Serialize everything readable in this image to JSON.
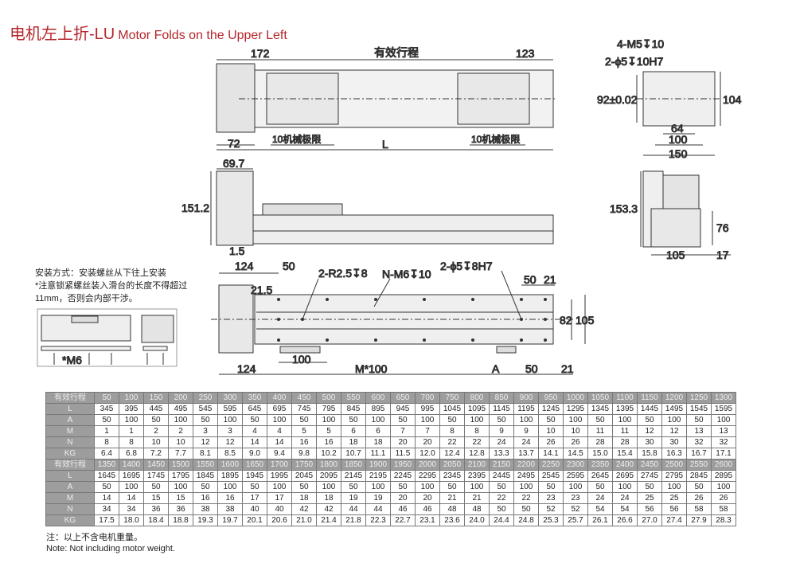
{
  "title": {
    "cn": "电机左上折-LU",
    "en": "Motor Folds on the Upper Left"
  },
  "top_view": {
    "d172": "172",
    "stroke_label": "有效行程",
    "d123": "123",
    "d72": "72",
    "limit_left": "10机械极限",
    "limit_right": "10机械极限",
    "L": "L"
  },
  "end_view": {
    "holes1": "4-M5↧10",
    "holes2": "2-ϕ5↧10H7",
    "d92": "92±0.02",
    "d104": "104",
    "d64": "64",
    "d100": "100",
    "d150": "150"
  },
  "side_view": {
    "d69_7": "69.7",
    "d151_2": "151.2",
    "d1_5": "1.5"
  },
  "right_view": {
    "d153_3": "153.3",
    "d76": "76",
    "d105": "105",
    "d17": "17"
  },
  "bottom_view": {
    "d124a": "124",
    "d50a": "50",
    "r_holes": "2-R2.5↧8",
    "n_holes": "N-M6↧10",
    "pin_holes": "2-ϕ5↧8H7",
    "d50b": "50",
    "d21a": "21",
    "d21_5": "21.5",
    "d82": "82",
    "d105": "105",
    "d100": "100",
    "d124b": "124",
    "M100": "M*100",
    "A": "A",
    "d50c": "50",
    "d21b": "21"
  },
  "install_note": {
    "line1": "安装方式：安装螺丝从下往上安装",
    "line2": "*注意锁紧螺丝装入滑台的长度不得超过11mm，否则会内部干涉。",
    "screw": "*M6"
  },
  "table": {
    "header_label": "有效行程",
    "row_labels": [
      "L",
      "A",
      "M",
      "N",
      "KG"
    ],
    "blocks": [
      {
        "strokes": [
          "50",
          "100",
          "150",
          "200",
          "250",
          "300",
          "350",
          "400",
          "450",
          "500",
          "550",
          "600",
          "650",
          "700",
          "750",
          "800",
          "850",
          "900",
          "950",
          "1000",
          "1050",
          "1100",
          "1150",
          "1200",
          "1250",
          "1300"
        ],
        "rows": [
          [
            "345",
            "395",
            "445",
            "495",
            "545",
            "595",
            "645",
            "695",
            "745",
            "795",
            "845",
            "895",
            "945",
            "995",
            "1045",
            "1095",
            "1145",
            "1195",
            "1245",
            "1295",
            "1345",
            "1395",
            "1445",
            "1495",
            "1545",
            "1595"
          ],
          [
            "50",
            "100",
            "50",
            "100",
            "50",
            "100",
            "50",
            "100",
            "50",
            "100",
            "50",
            "100",
            "50",
            "100",
            "50",
            "100",
            "50",
            "100",
            "50",
            "100",
            "50",
            "100",
            "50",
            "100",
            "50",
            "100"
          ],
          [
            "1",
            "1",
            "2",
            "2",
            "3",
            "3",
            "4",
            "4",
            "5",
            "5",
            "6",
            "6",
            "7",
            "7",
            "8",
            "8",
            "9",
            "9",
            "10",
            "10",
            "11",
            "11",
            "12",
            "12",
            "13",
            "13"
          ],
          [
            "8",
            "8",
            "10",
            "10",
            "12",
            "12",
            "14",
            "14",
            "16",
            "16",
            "18",
            "18",
            "20",
            "20",
            "22",
            "22",
            "24",
            "24",
            "26",
            "26",
            "28",
            "28",
            "30",
            "30",
            "32",
            "32"
          ],
          [
            "6.4",
            "6.8",
            "7.2",
            "7.7",
            "8.1",
            "8.5",
            "9.0",
            "9.4",
            "9.8",
            "10.2",
            "10.7",
            "11.1",
            "11.5",
            "12.0",
            "12.4",
            "12.8",
            "13.3",
            "13.7",
            "14.1",
            "14.5",
            "15.0",
            "15.4",
            "15.8",
            "16.3",
            "16.7",
            "17.1"
          ]
        ]
      },
      {
        "strokes": [
          "1350",
          "1400",
          "1450",
          "1500",
          "1550",
          "1600",
          "1650",
          "1700",
          "1750",
          "1800",
          "1850",
          "1900",
          "1950",
          "2000",
          "2050",
          "2100",
          "2150",
          "2200",
          "2250",
          "2300",
          "2350",
          "2400",
          "2450",
          "2500",
          "2550",
          "2600"
        ],
        "rows": [
          [
            "1645",
            "1695",
            "1745",
            "1795",
            "1845",
            "1895",
            "1945",
            "1995",
            "2045",
            "2095",
            "2145",
            "2195",
            "2245",
            "2295",
            "2345",
            "2395",
            "2445",
            "2495",
            "2545",
            "2595",
            "2645",
            "2695",
            "2745",
            "2795",
            "2845",
            "2895"
          ],
          [
            "50",
            "100",
            "50",
            "100",
            "50",
            "100",
            "50",
            "100",
            "50",
            "100",
            "50",
            "100",
            "50",
            "100",
            "50",
            "100",
            "50",
            "100",
            "50",
            "100",
            "50",
            "100",
            "50",
            "100",
            "50",
            "100"
          ],
          [
            "14",
            "14",
            "15",
            "15",
            "16",
            "16",
            "17",
            "17",
            "18",
            "18",
            "19",
            "19",
            "20",
            "20",
            "21",
            "21",
            "22",
            "22",
            "23",
            "23",
            "24",
            "24",
            "25",
            "25",
            "26",
            "26"
          ],
          [
            "34",
            "34",
            "36",
            "36",
            "38",
            "38",
            "40",
            "40",
            "42",
            "42",
            "44",
            "44",
            "46",
            "46",
            "48",
            "48",
            "50",
            "50",
            "52",
            "52",
            "54",
            "54",
            "56",
            "56",
            "58",
            "58"
          ],
          [
            "17.5",
            "18.0",
            "18.4",
            "18.8",
            "19.3",
            "19.7",
            "20.1",
            "20.6",
            "21.0",
            "21.4",
            "21.8",
            "22.3",
            "22.7",
            "23.1",
            "23.6",
            "24.0",
            "24.4",
            "24.8",
            "25.3",
            "25.7",
            "26.1",
            "26.6",
            "27.0",
            "27.4",
            "27.9",
            "28.3"
          ]
        ]
      }
    ]
  },
  "footnote": {
    "cn": "注：以上不含电机重量。",
    "en": "Note: Not including motor weight."
  }
}
